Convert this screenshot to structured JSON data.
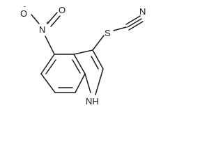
{
  "molecule": {
    "atoms": {
      "nitro_o_minus": "O",
      "nitro_o_minus_charge": "-",
      "nitro_n": "N",
      "nitro_n_charge": "+",
      "nitro_o": "O",
      "thio_s": "S",
      "nitrile_n": "N",
      "indole_nh": "NH"
    }
  }
}
